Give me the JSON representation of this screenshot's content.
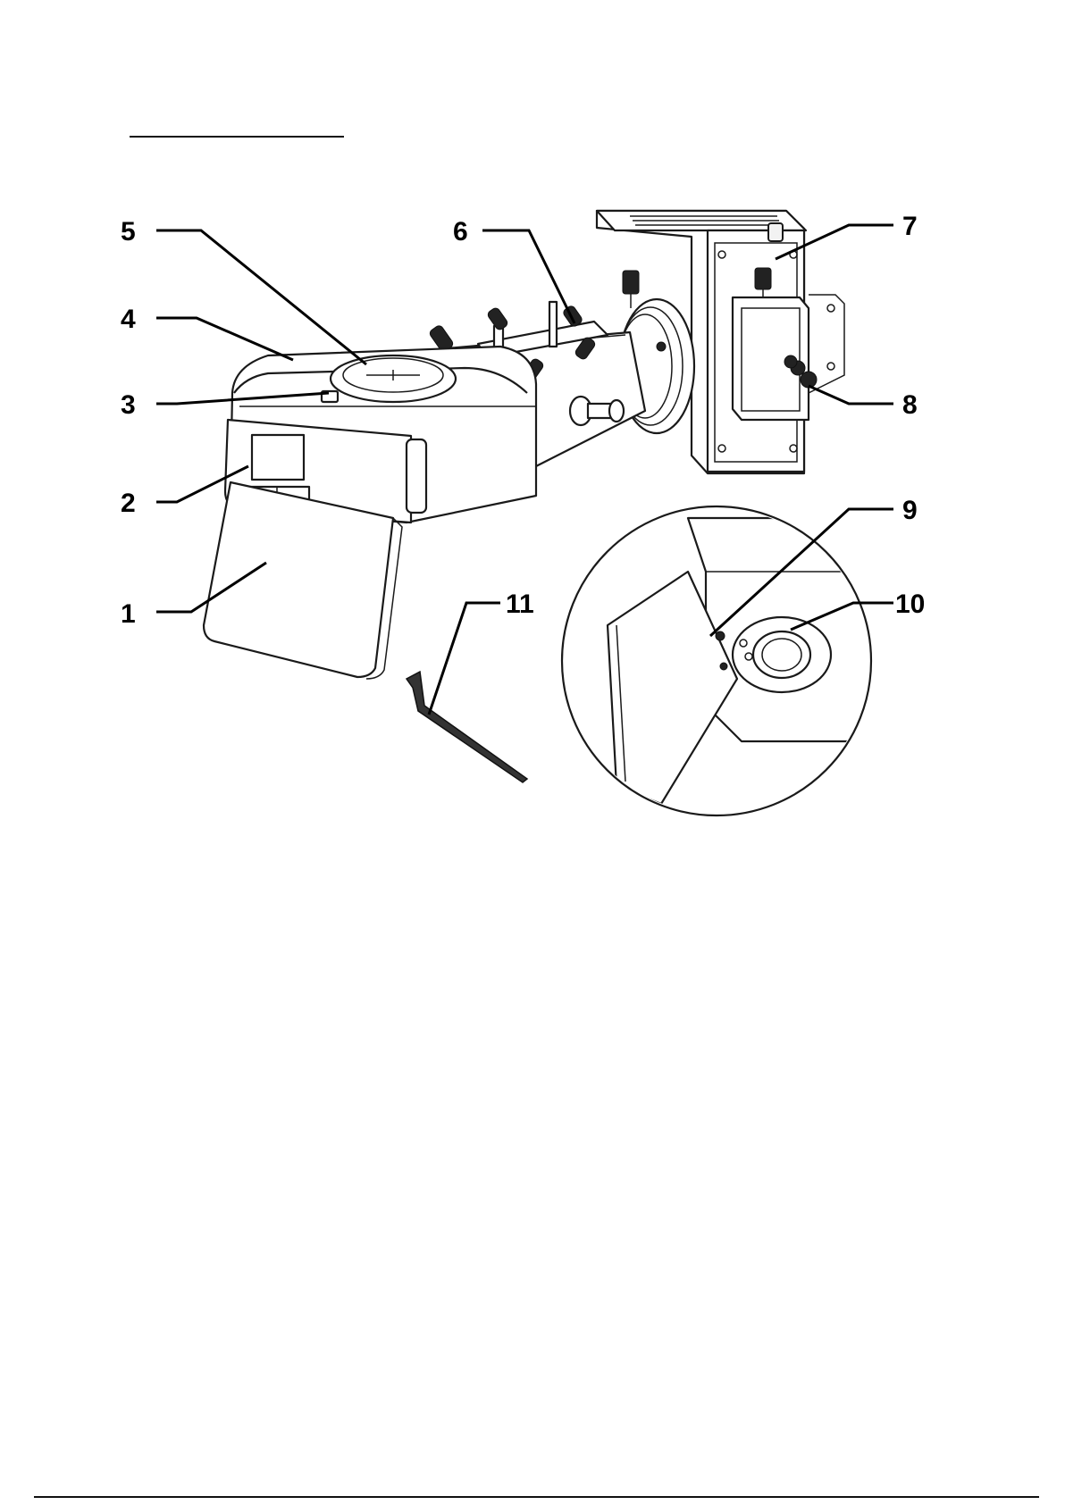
{
  "figure": {
    "callouts": [
      {
        "id": "1",
        "label": "1"
      },
      {
        "id": "2",
        "label": "2"
      },
      {
        "id": "3",
        "label": "3"
      },
      {
        "id": "4",
        "label": "4"
      },
      {
        "id": "5",
        "label": "5"
      },
      {
        "id": "6",
        "label": "6"
      },
      {
        "id": "7",
        "label": "7"
      },
      {
        "id": "8",
        "label": "8"
      },
      {
        "id": "9",
        "label": "9"
      },
      {
        "id": "10",
        "label": "10"
      },
      {
        "id": "11",
        "label": "11"
      }
    ]
  }
}
